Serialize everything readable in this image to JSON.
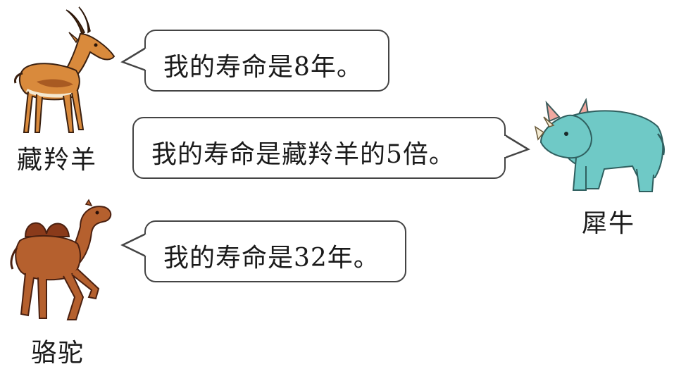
{
  "animals": [
    {
      "name": "藏羚羊",
      "icon": "antelope-icon",
      "color": "#d98a3c"
    },
    {
      "name": "犀牛",
      "icon": "rhino-icon",
      "color": "#6fc9c6"
    },
    {
      "name": "骆驼",
      "icon": "camel-icon",
      "color": "#a8522a"
    }
  ],
  "bubbles": {
    "antelope": "我的寿命是8年。",
    "rhino": "我的寿命是藏羚羊的5倍。",
    "camel": "我的寿命是32年。"
  }
}
